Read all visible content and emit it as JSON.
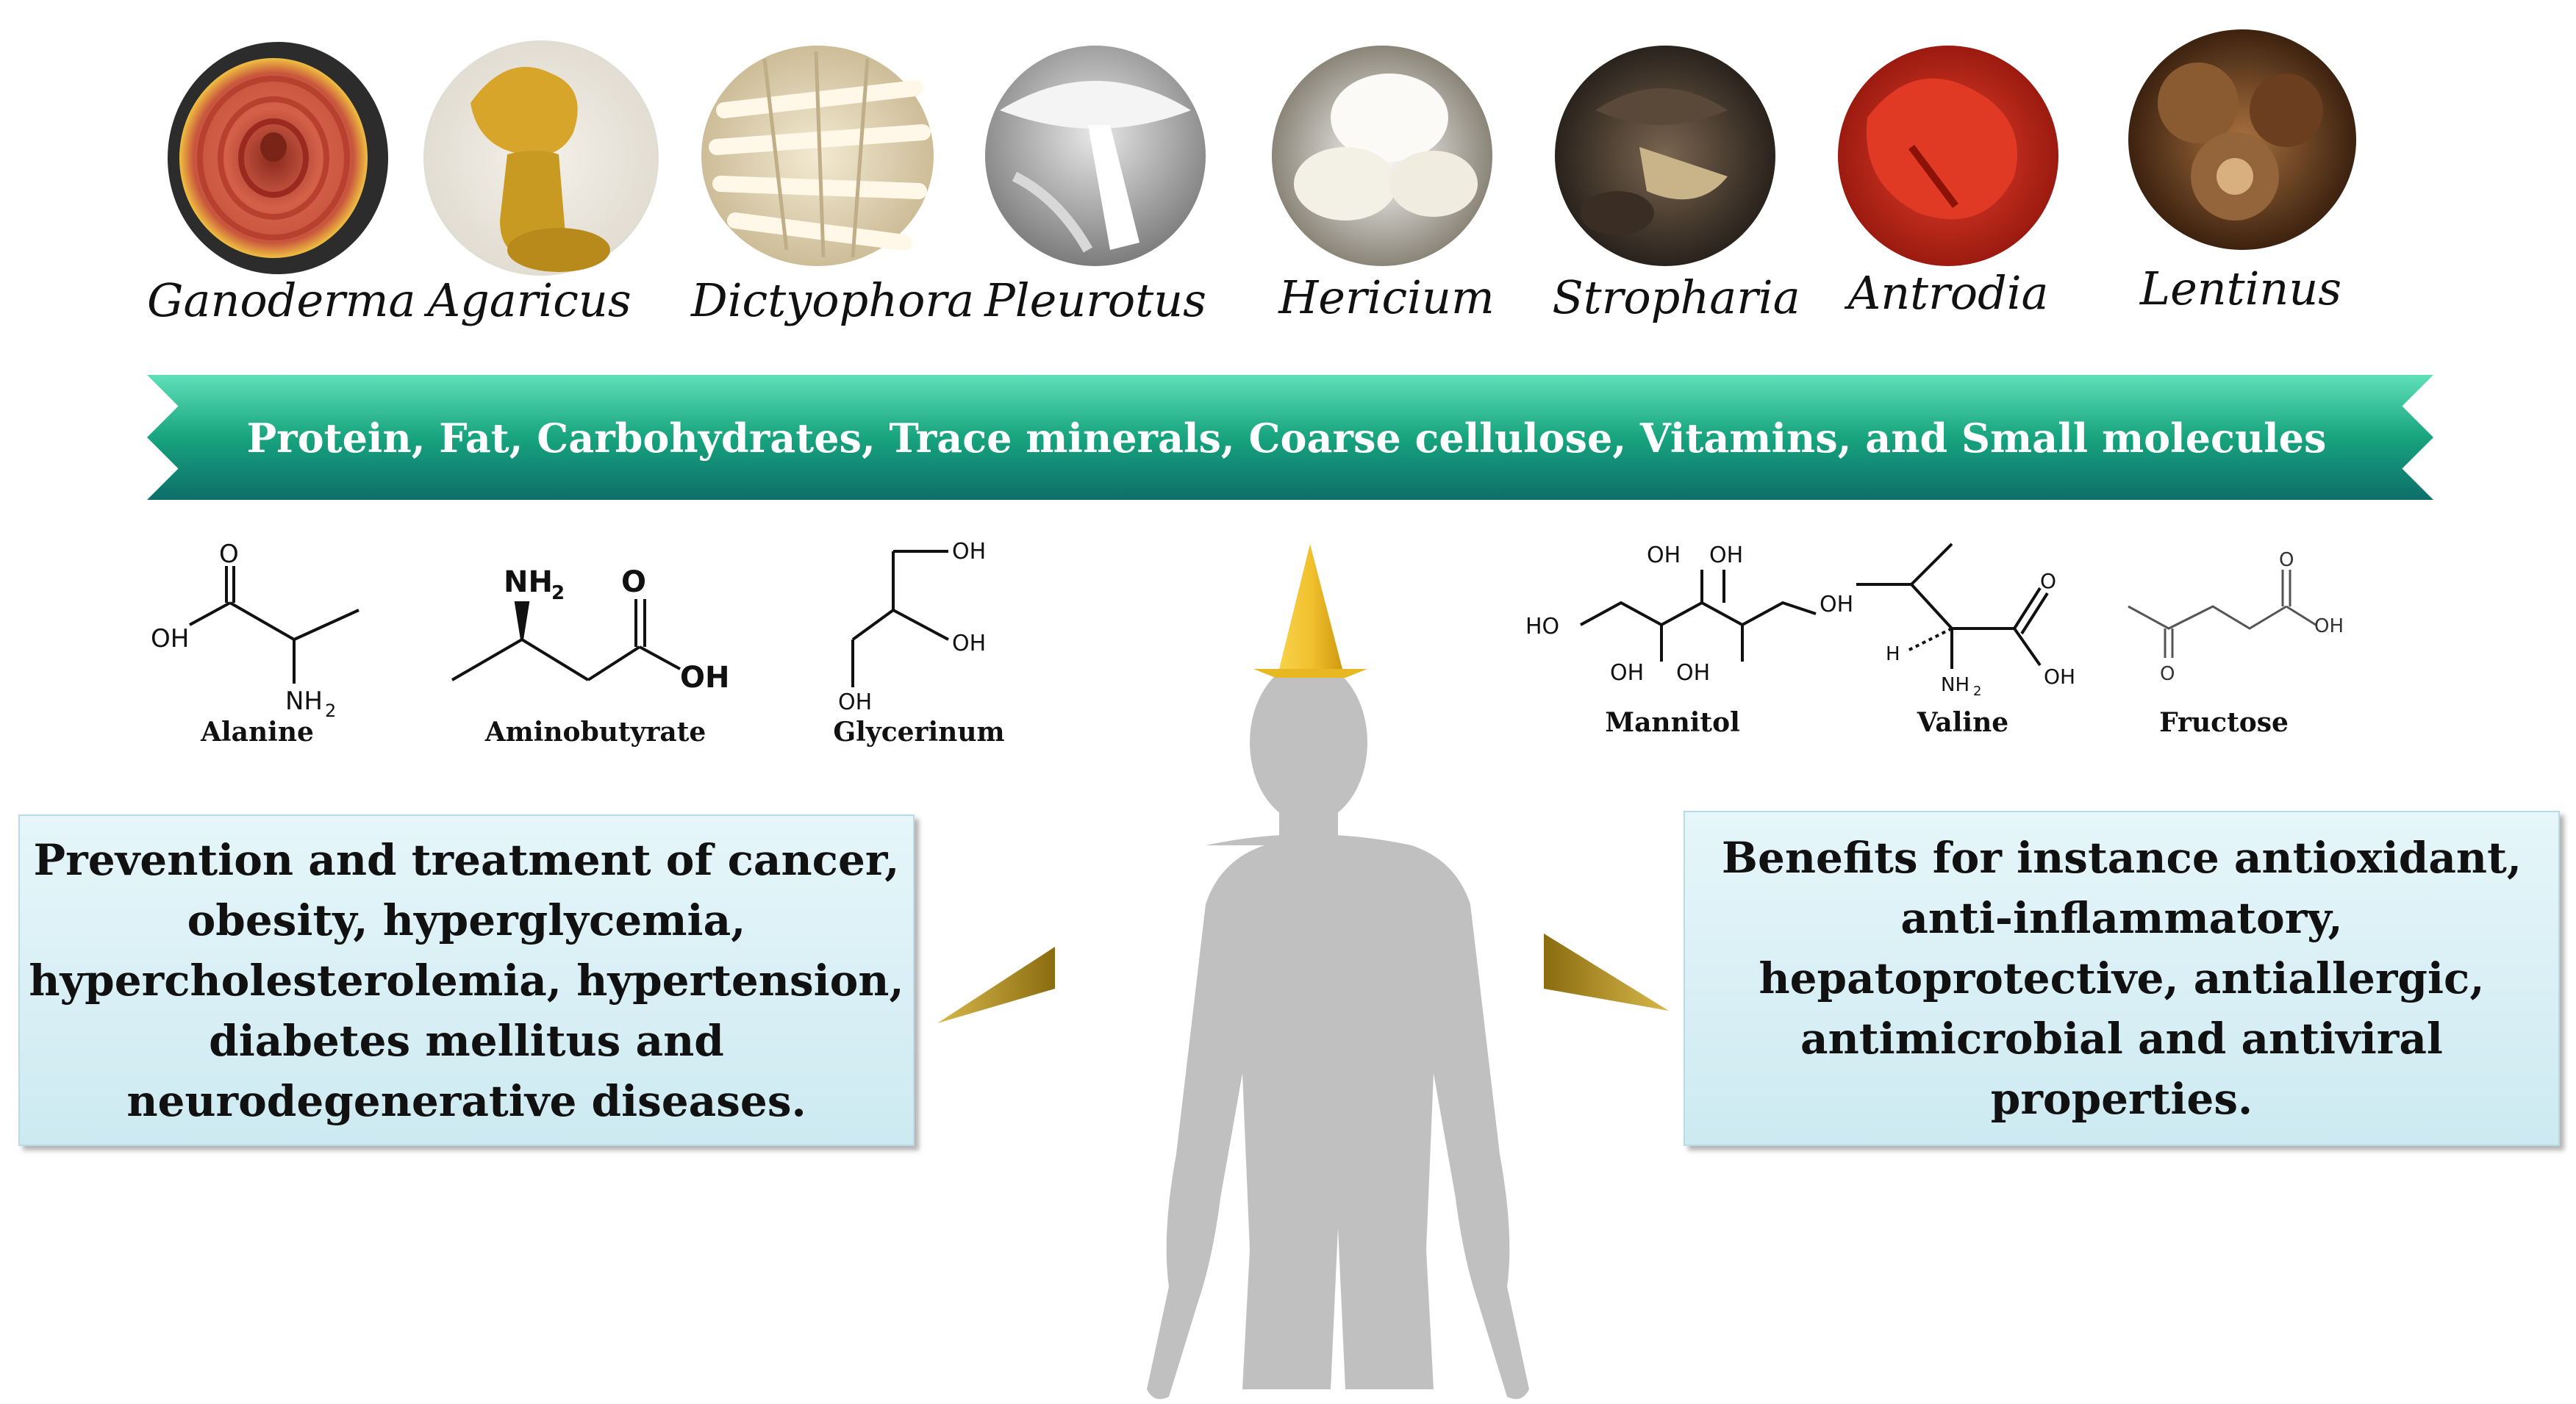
{
  "genera": [
    {
      "name": "Ganoderma",
      "icon": "ganoderma-mushroom-icon",
      "color": "#c0453a"
    },
    {
      "name": "Agaricus",
      "icon": "agaricus-mushroom-icon",
      "color": "#c9a227"
    },
    {
      "name": "Dictyophora",
      "icon": "dictyophora-mushroom-icon",
      "color": "#e8dcc0"
    },
    {
      "name": "Pleurotus",
      "icon": "pleurotus-mushroom-icon",
      "color": "#b9b9b9"
    },
    {
      "name": "Hericium",
      "icon": "hericium-mushroom-icon",
      "color": "#eeeae0"
    },
    {
      "name": "Stropharia",
      "icon": "stropharia-mushroom-icon",
      "color": "#4a3b30"
    },
    {
      "name": "Antrodia",
      "icon": "antrodia-mushroom-icon",
      "color": "#d42a1c"
    },
    {
      "name": "Lentinus",
      "icon": "lentinus-mushroom-icon",
      "color": "#7a4a26"
    }
  ],
  "banner": {
    "text": "Protein, Fat, Carbohydrates, Trace minerals, Coarse cellulose, Vitamins, and Small molecules",
    "color": "#17a47e"
  },
  "molecules": {
    "alanine": {
      "name": "Alanine",
      "labels": [
        "O",
        "OH",
        "NH",
        "2"
      ]
    },
    "aminobutyrate": {
      "name": "Aminobutyrate",
      "labels": [
        "NH",
        "2",
        "O",
        "OH"
      ]
    },
    "glycerinum": {
      "name": "Glycerinum",
      "labels": [
        "OH",
        "OH",
        "OH"
      ]
    },
    "mannitol": {
      "name": "Mannitol",
      "labels": [
        "OH",
        "OH",
        "HO",
        "OH",
        "OH",
        "OH"
      ]
    },
    "valine": {
      "name": "Valine",
      "labels": [
        "O",
        "OH",
        "H",
        "NH",
        "2"
      ]
    },
    "fructose": {
      "name": "Fructose",
      "labels": [
        "O",
        "OH",
        "O"
      ]
    }
  },
  "boxes": {
    "left": {
      "lines": [
        "Prevention and treatment of cancer,",
        "obesity, hyperglycemia,",
        "hypercholesterolemia, hypertension,",
        "diabetes mellitus and",
        "neurodegenerative diseases."
      ]
    },
    "right": {
      "lines": [
        "Benefits for instance antioxidant,",
        "anti-inflammatory,",
        "hepatoprotective, antiallergic,",
        "antimicrobial and antiviral",
        "properties."
      ]
    }
  },
  "colors": {
    "pointer_gold": "#b8961e",
    "pointer_yellow": "#f2c12e",
    "silhouette": "#c0c0c0"
  }
}
